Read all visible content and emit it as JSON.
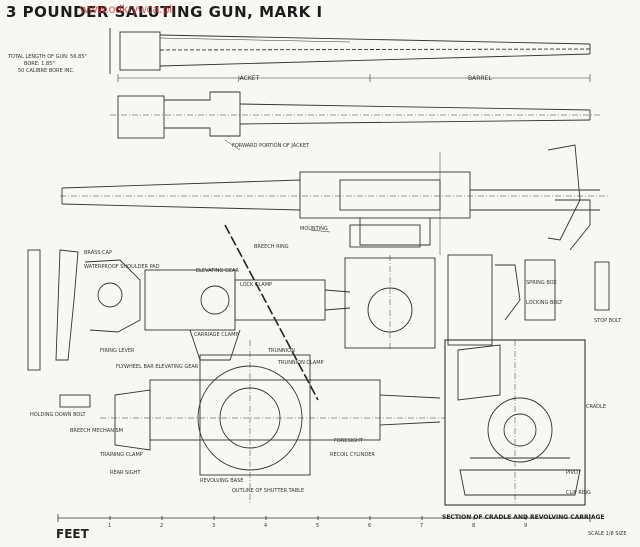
{
  "title": "3 POUNDER SALUTING GUN, MARK I",
  "watermark": "www.odkrywca.pl",
  "gun_spec": {
    "line1": "TOTAL LENGTH OF GUN: 56.85\"",
    "line2": "BORE: 1.85\"",
    "line3": "50 CALIBRE BORE INC."
  },
  "labels": {
    "jacket": "JACKET",
    "barrel": "BARREL",
    "forward_portion_jacket": "FORWARD PORTION OF JACKET",
    "breech_ring": "BREECH RING",
    "mounting": "MOUNTING",
    "elevating_gear": "ELEVATING GEAR",
    "brass_cap": "BRASS CAP",
    "waterproof_shoulder_pad": "WATERPROOF SHOULDER PAD",
    "lock_clamp": "LOCK CLAMP",
    "carriage_clamp": "CARRIAGE CLAMP",
    "firing_lever": "FIRING LEVER",
    "flywheel_bar": "FLYWHEEL BAR ELEVATING GEAR",
    "trunnion": "TRUNNION",
    "trunnion_clamp": "TRUNNION CLAMP",
    "recoil_cylinder": "RECOIL CYLINDER",
    "foresight": "FORESIGHT",
    "breech_mechanism": "BREECH MECHANISM",
    "rear_sight": "REAR SIGHT",
    "outline_shutter_table": "OUTLINE OF SHUTTER TABLE",
    "revolving_base": "REVOLVING BASE",
    "holding_down_bolt": "HOLDING DOWN BOLT",
    "training_clamp": "TRAINING CLAMP",
    "pivot": "PIVOT",
    "clip_ring": "CLIP RING",
    "cradle": "CRADLE",
    "spring_box": "SPRING BOX",
    "stop_bolt": "STOP BOLT",
    "locking_bolt": "LOCKING BOLT",
    "section_caption": "SECTION OF CRADLE AND REVOLVING CARRIAGE"
  },
  "scale": {
    "unit": "FEET",
    "ticks": [
      "1",
      "2",
      "3",
      "4",
      "5",
      "6",
      "7",
      "8",
      "9"
    ],
    "note": "SCALE 1/8 SIZE"
  }
}
